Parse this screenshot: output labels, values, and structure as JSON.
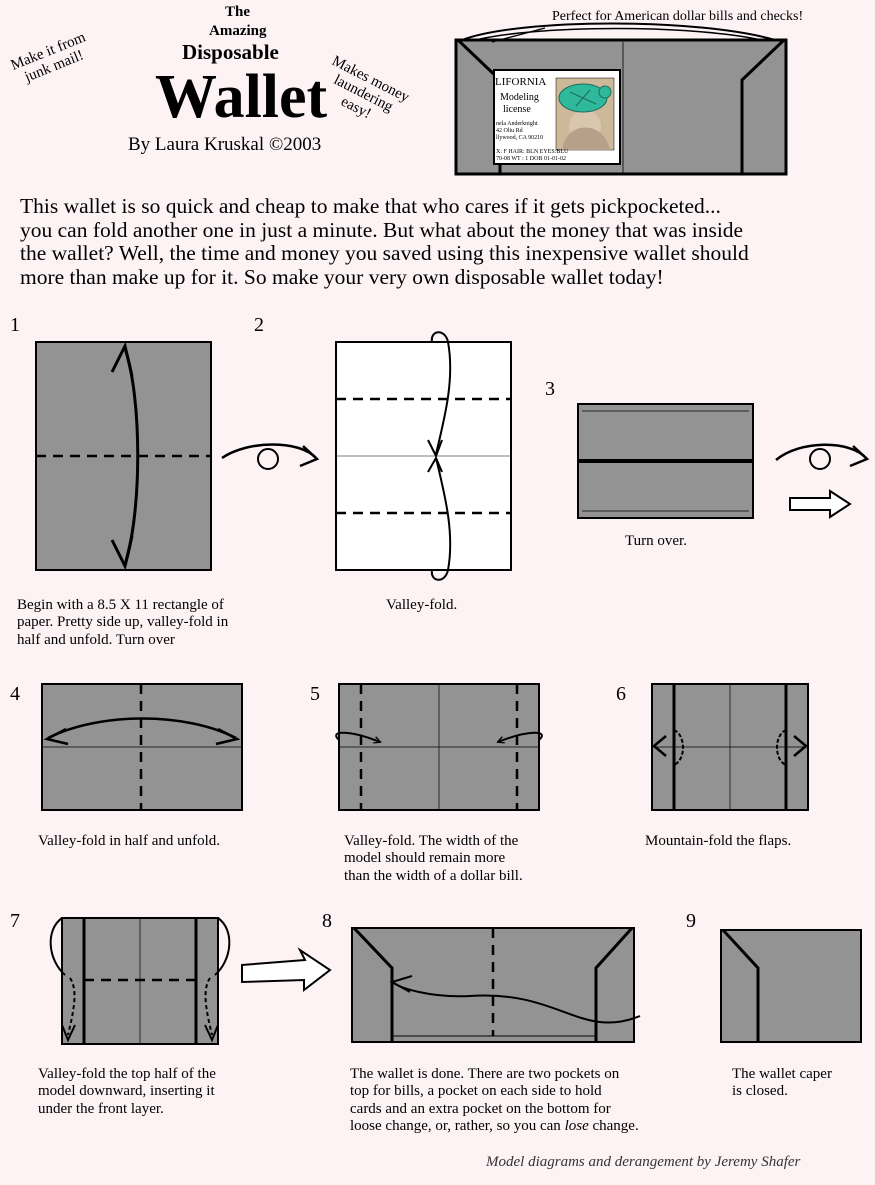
{
  "header": {
    "the": "The",
    "amazing": "Amazing",
    "disposable": "Disposable",
    "title": "Wallet",
    "byline": "By Laura Kruskal  ©2003",
    "junk_line1": "Make it from",
    "junk_line2": "junk mail!",
    "launder_line1": "Makes money",
    "launder_line2": "laundering",
    "launder_line3": "easy!",
    "perfect": "Perfect for American dollar bills and checks!"
  },
  "license": {
    "state": "LIFORNIA",
    "line1": "Modeling",
    "line2": "license",
    "name": "nela Anderknight",
    "addr1": "42 Oliu Rd",
    "addr2": "llywood, CA 90210",
    "stats1": "X: F    HAIR: BLN    EYES:BLU",
    "stats2": "70-08        WT : 1    DOB 01-01-02"
  },
  "intro": {
    "line1": "This wallet is so quick and cheap to make that who cares if it gets pickpocketed...",
    "line2": "you can fold another one in just a minute.  But what about the money that was inside",
    "line3": "the wallet?  Well, the time and money you saved using this inexpensive wallet should",
    "line4": "more than make up for it.  So make your very own disposable wallet today!"
  },
  "steps": [
    {
      "num": "1",
      "lines": [
        "Begin with a 8.5 X 11 rectangle of",
        "paper. Pretty side up, valley-fold in",
        "half and unfold.  Turn over"
      ]
    },
    {
      "num": "2",
      "lines": [
        "Valley-fold."
      ]
    },
    {
      "num": "3",
      "lines": [
        "Turn over."
      ]
    },
    {
      "num": "4",
      "lines": [
        "Valley-fold in half and unfold."
      ]
    },
    {
      "num": "5",
      "lines": [
        "Valley-fold.  The width of the",
        "model should remain more",
        "than the width of a dollar bill."
      ]
    },
    {
      "num": "6",
      "lines": [
        "Mountain-fold the flaps."
      ]
    },
    {
      "num": "7",
      "lines": [
        "Valley-fold the top half of the",
        "model downward, inserting it",
        "under the front layer."
      ]
    },
    {
      "num": "8",
      "lines": [
        "The wallet is done.  There are two pockets on",
        "top for bills,  a pocket on each side to hold",
        "cards and an extra pocket on the bottom for"
      ],
      "last_pre": "loose change, or, rather, so you can ",
      "last_em": "lose",
      "last_post": " change."
    },
    {
      "num": "9",
      "lines": [
        "The wallet caper",
        "is closed."
      ]
    }
  ],
  "credit": "Model diagrams and derangement by Jeremy Shafer",
  "colors": {
    "paper": "#939393",
    "background": "#fdf3f5",
    "card": "#ffffff",
    "turtle": "#2fb89b"
  }
}
